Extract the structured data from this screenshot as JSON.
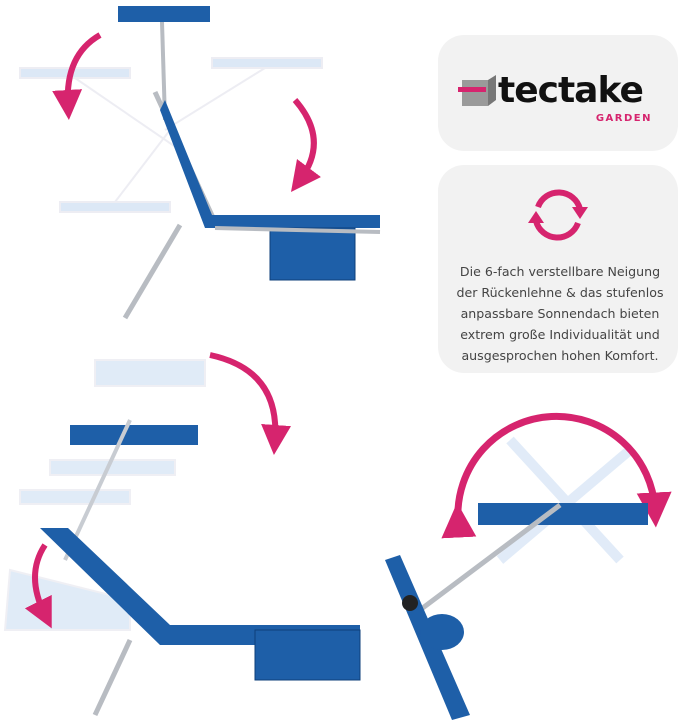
{
  "brand": {
    "name": "tectake",
    "sub": "GARDEN"
  },
  "info": {
    "icon": "rotate-arrows-icon",
    "text": "Die 6-fach verstellbare Neigung der Rückenlehne & das stufenlos anpassbare Sonnendach bieten extrem große Individualität und ausgesprochen hohen Komfort."
  },
  "colors": {
    "accent": "#d6246e",
    "fabric": "#1e5fa8",
    "frame": "#b8bcc2",
    "card": "#f2f2f2"
  }
}
